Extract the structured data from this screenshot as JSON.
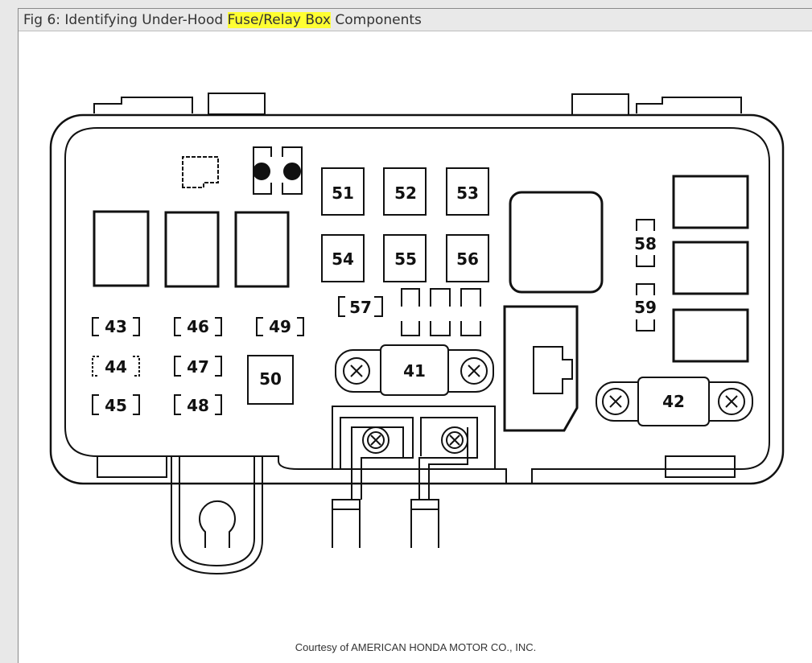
{
  "figure": {
    "caption_prefix": "Fig 6: Identifying Under-Hood ",
    "caption_highlight": "Fuse/Relay Box",
    "caption_suffix": " Components",
    "highlight_color": "#ffff33",
    "credit": "Courtesy of AMERICAN HONDA MOTOR CO., INC."
  },
  "fuses": {
    "f41": "41",
    "f42": "42",
    "f43": "43",
    "f44": "44",
    "f45": "45",
    "f46": "46",
    "f47": "47",
    "f48": "48",
    "f49": "49",
    "f50": "50",
    "f51": "51",
    "f52": "52",
    "f53": "53",
    "f54": "54",
    "f55": "55",
    "f56": "56",
    "f57": "57",
    "f58": "58",
    "f59": "59"
  }
}
